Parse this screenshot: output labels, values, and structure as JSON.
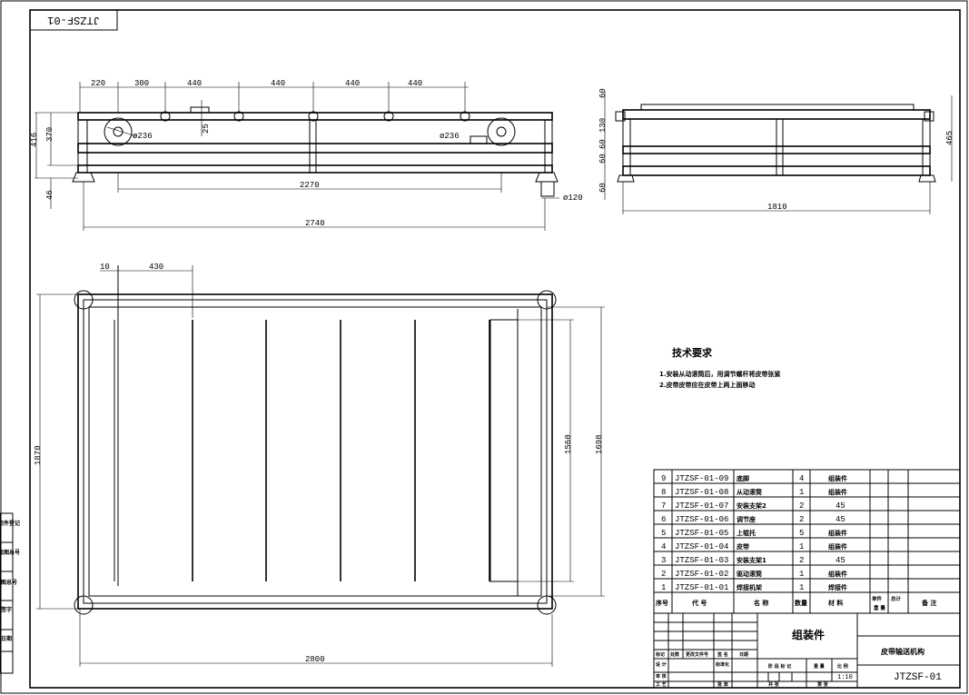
{
  "drawing_no_mirrored": "JTZSF-01",
  "front_view": {
    "top_dims": [
      "220",
      "300",
      "440",
      "440",
      "440",
      "440"
    ],
    "left_dims": [
      "416",
      "370",
      "46"
    ],
    "inner_dim": "25",
    "dia_left": "ø236",
    "dia_right": "ø236",
    "inner_length": "2270",
    "total_length": "2740",
    "foot_dia": "ø120"
  },
  "side_view": {
    "left_dims": [
      "60",
      "130",
      "60",
      "60",
      "60"
    ],
    "height": "465",
    "width": "1810"
  },
  "top_view": {
    "dim_10": "10",
    "dim_430": "430",
    "height": "1870",
    "inner_h1": "1560",
    "inner_h2": "1698",
    "width": "2800"
  },
  "tech_req": {
    "title": "技术要求",
    "lines": [
      "1.安装从动滚筒后，用调节螺杆将皮带张紧",
      "2.皮带皮带应在皮带上两上面移动"
    ]
  },
  "bom": {
    "rows": [
      {
        "no": "9",
        "code": "JTZSF-01-09",
        "name": "底脚",
        "qty": "4",
        "mat": "组装件"
      },
      {
        "no": "8",
        "code": "JTZSF-01-08",
        "name": "从动滚筒",
        "qty": "1",
        "mat": "组装件"
      },
      {
        "no": "7",
        "code": "JTZSF-01-07",
        "name": "安装支架2",
        "qty": "2",
        "mat": "45"
      },
      {
        "no": "6",
        "code": "JTZSF-01-06",
        "name": "调节座",
        "qty": "2",
        "mat": "45"
      },
      {
        "no": "5",
        "code": "JTZSF-01-05",
        "name": "上辊托",
        "qty": "5",
        "mat": "组装件"
      },
      {
        "no": "4",
        "code": "JTZSF-01-04",
        "name": "皮带",
        "qty": "1",
        "mat": "组装件"
      },
      {
        "no": "3",
        "code": "JTZSF-01-03",
        "name": "安装支架1",
        "qty": "2",
        "mat": "45"
      },
      {
        "no": "2",
        "code": "JTZSF-01-02",
        "name": "驱动滚筒",
        "qty": "1",
        "mat": "组装件"
      },
      {
        "no": "1",
        "code": "JTZSF-01-01",
        "name": "焊接机架",
        "qty": "1",
        "mat": "焊接件"
      }
    ],
    "header": {
      "no": "序号",
      "code": "代 号",
      "name": "名 称",
      "qty": "数量",
      "mat": "材 料",
      "unit": "单件",
      "total": "总计",
      "weight": "重 量",
      "note": "备 注"
    }
  },
  "title_block": {
    "assembly": "组装件",
    "product": "皮带输送机构",
    "scale": "1:10",
    "drawing_no": "JTZSF-01",
    "labels": {
      "mark": "标记",
      "count": "处数",
      "zone": "更改文件号",
      "sign": "签 名",
      "date": "日期",
      "design": "设 计",
      "std": "标准化",
      "stage": "阶 段 标 记",
      "weight": "重 量",
      "scale": "比 例",
      "check": "审 核",
      "craft": "工 艺",
      "approve": "批 准",
      "sheet_total": "共   张",
      "sheet_no": "第   张"
    }
  },
  "left_strip": [
    "借用件登记",
    "旧底图总号",
    "底图总号",
    "签字",
    "日期"
  ]
}
